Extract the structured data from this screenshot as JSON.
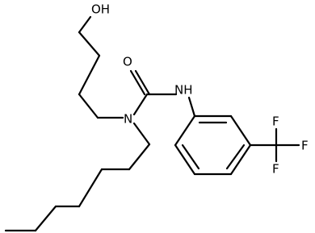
{
  "molecule": {
    "atoms": {
      "hydroxyl": "OH",
      "carbonyl_oxygen": "O",
      "amide_nh": "NH",
      "tertiary_n": "N",
      "fluorine_top": "F",
      "fluorine_right": "F",
      "fluorine_bottom": "F"
    },
    "colors": {
      "bond": "#000000",
      "text": "#000000",
      "background": "#ffffff"
    }
  }
}
